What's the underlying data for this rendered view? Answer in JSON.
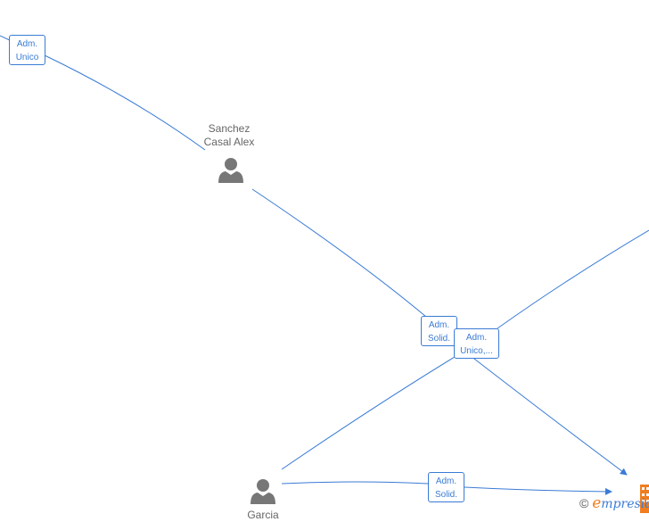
{
  "persons": [
    {
      "id": "sanchez",
      "name": "Sanchez\nCasal Alex"
    },
    {
      "id": "person-bottom",
      "name": "Garcia"
    }
  ],
  "roles": [
    {
      "id": "role-top-left",
      "label": "Adm.\nUnico"
    },
    {
      "id": "role-center-1",
      "label": "Adm.\nSolid."
    },
    {
      "id": "role-center-2",
      "label": "Adm.\nUnico,..."
    },
    {
      "id": "role-bottom",
      "label": "Adm.\nSolid."
    }
  ],
  "watermark": {
    "copyright": "©",
    "brand_e": "e",
    "brand_rest": "mpresia"
  },
  "colors": {
    "edge": "#3a7bd5",
    "person": "#777777",
    "company": "#f07d1e"
  }
}
